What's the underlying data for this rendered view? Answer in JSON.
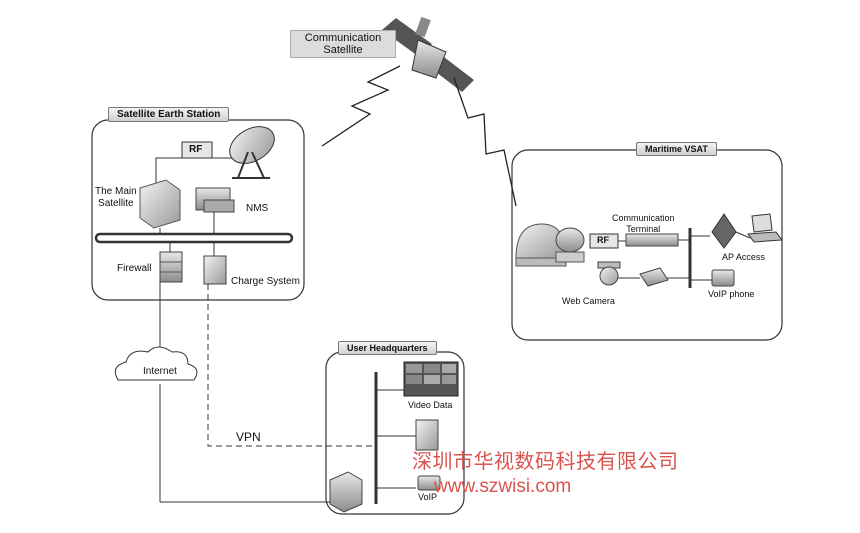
{
  "satellite": {
    "title": "Communication Satellite",
    "title_line1": "Communication",
    "title_line2": "Satellite"
  },
  "earth_station": {
    "title": "Satellite Earth Station",
    "rf": "RF",
    "main_satellite_line1": "The Main",
    "main_satellite_line2": "Satellite",
    "nms": "NMS",
    "firewall": "Firewall",
    "charge_system": "Charge System"
  },
  "maritime": {
    "title": "Maritime VSAT",
    "comm_terminal_line1": "Communication",
    "comm_terminal_line2": "Terminal",
    "rf": "RF",
    "ap_access": "AP Access",
    "web_camera": "Web Camera",
    "voip_phone": "VoIP phone"
  },
  "network": {
    "internet": "Internet",
    "vpn": "VPN"
  },
  "headquarters": {
    "title": "User Headquarters",
    "video_data": "Video Data",
    "voip": "VoIP"
  },
  "watermark": {
    "company": "深圳市华视数码科技有限公司",
    "url": "www.szwisi.com"
  },
  "colors": {
    "line": "#333333",
    "watermark": "#d9534f"
  }
}
